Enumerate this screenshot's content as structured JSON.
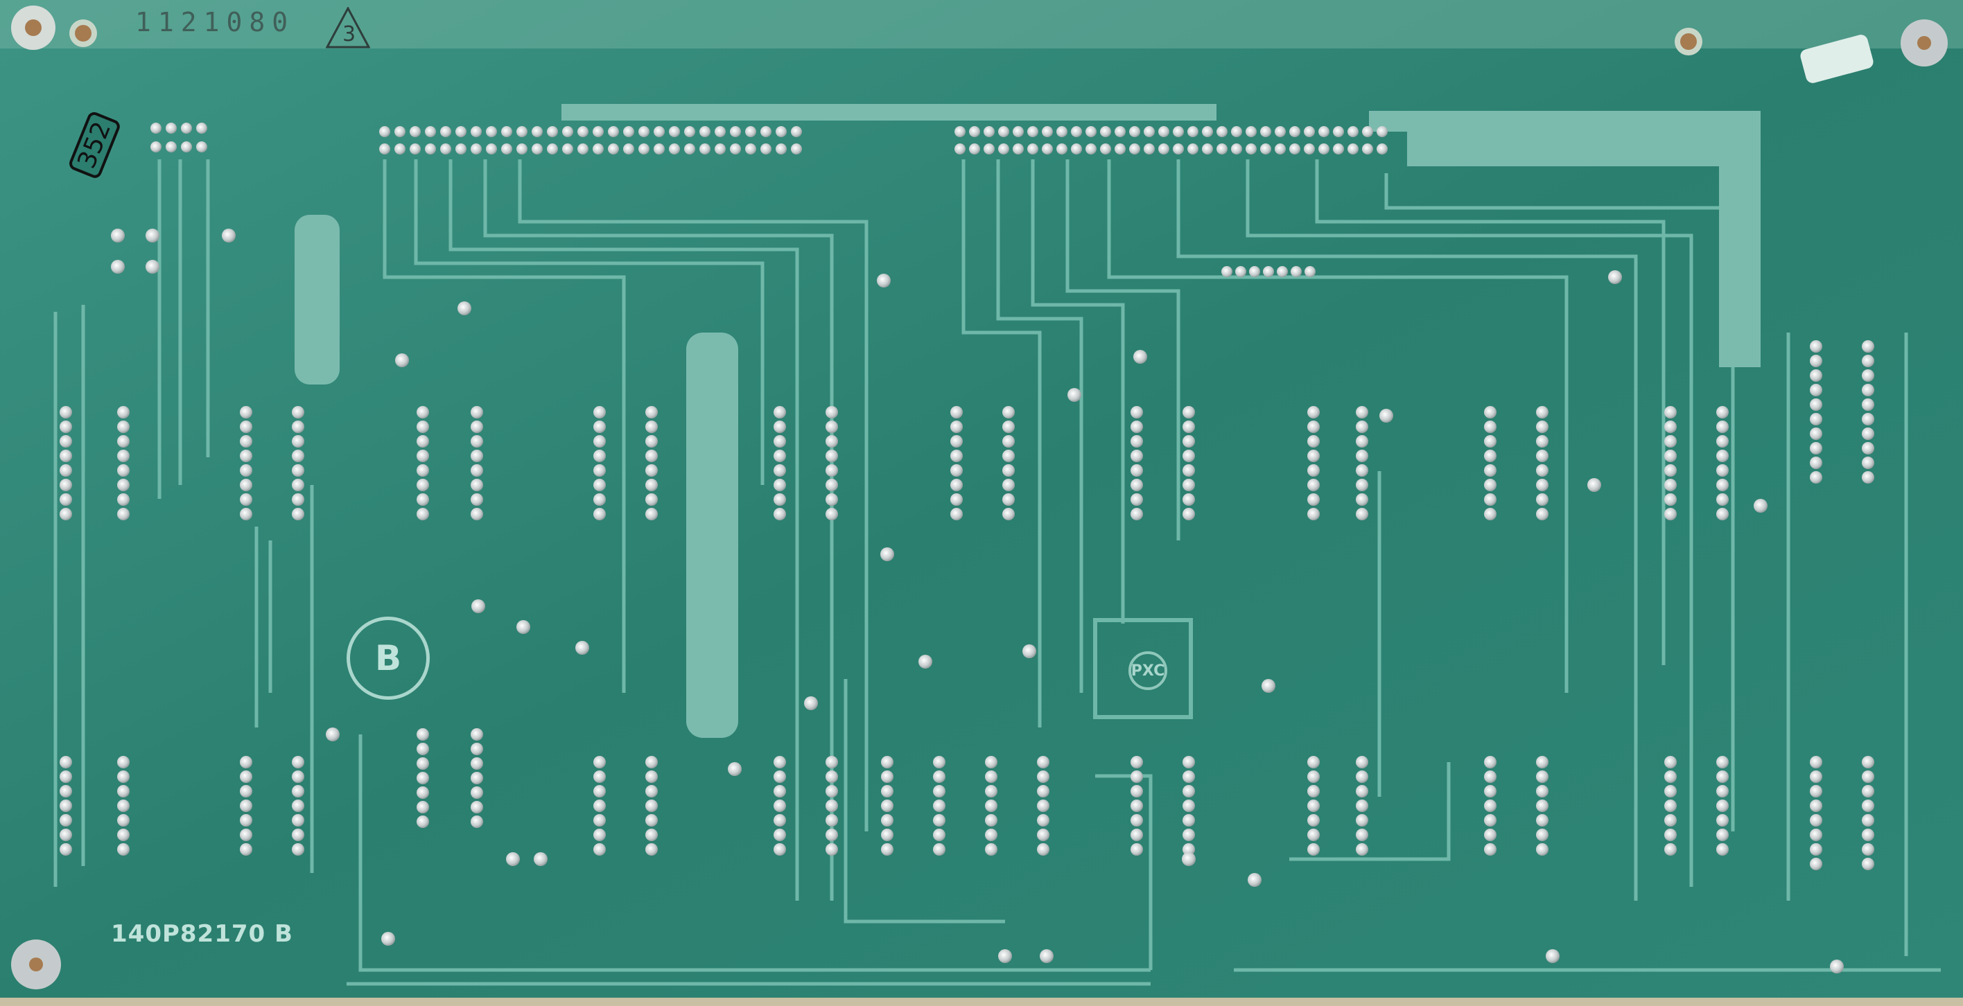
{
  "board": {
    "serial_number": "1121080",
    "revision_mark": "3",
    "board_number": "352",
    "part_number": "140P82170 B",
    "silkscreen_label": "B",
    "manufacturer_logo": "PXC"
  },
  "colors": {
    "substrate": "#2f8676",
    "trace": "#6fb8a9",
    "solder": "#d8dcdc",
    "silkscreen": "#bfe3da"
  }
}
